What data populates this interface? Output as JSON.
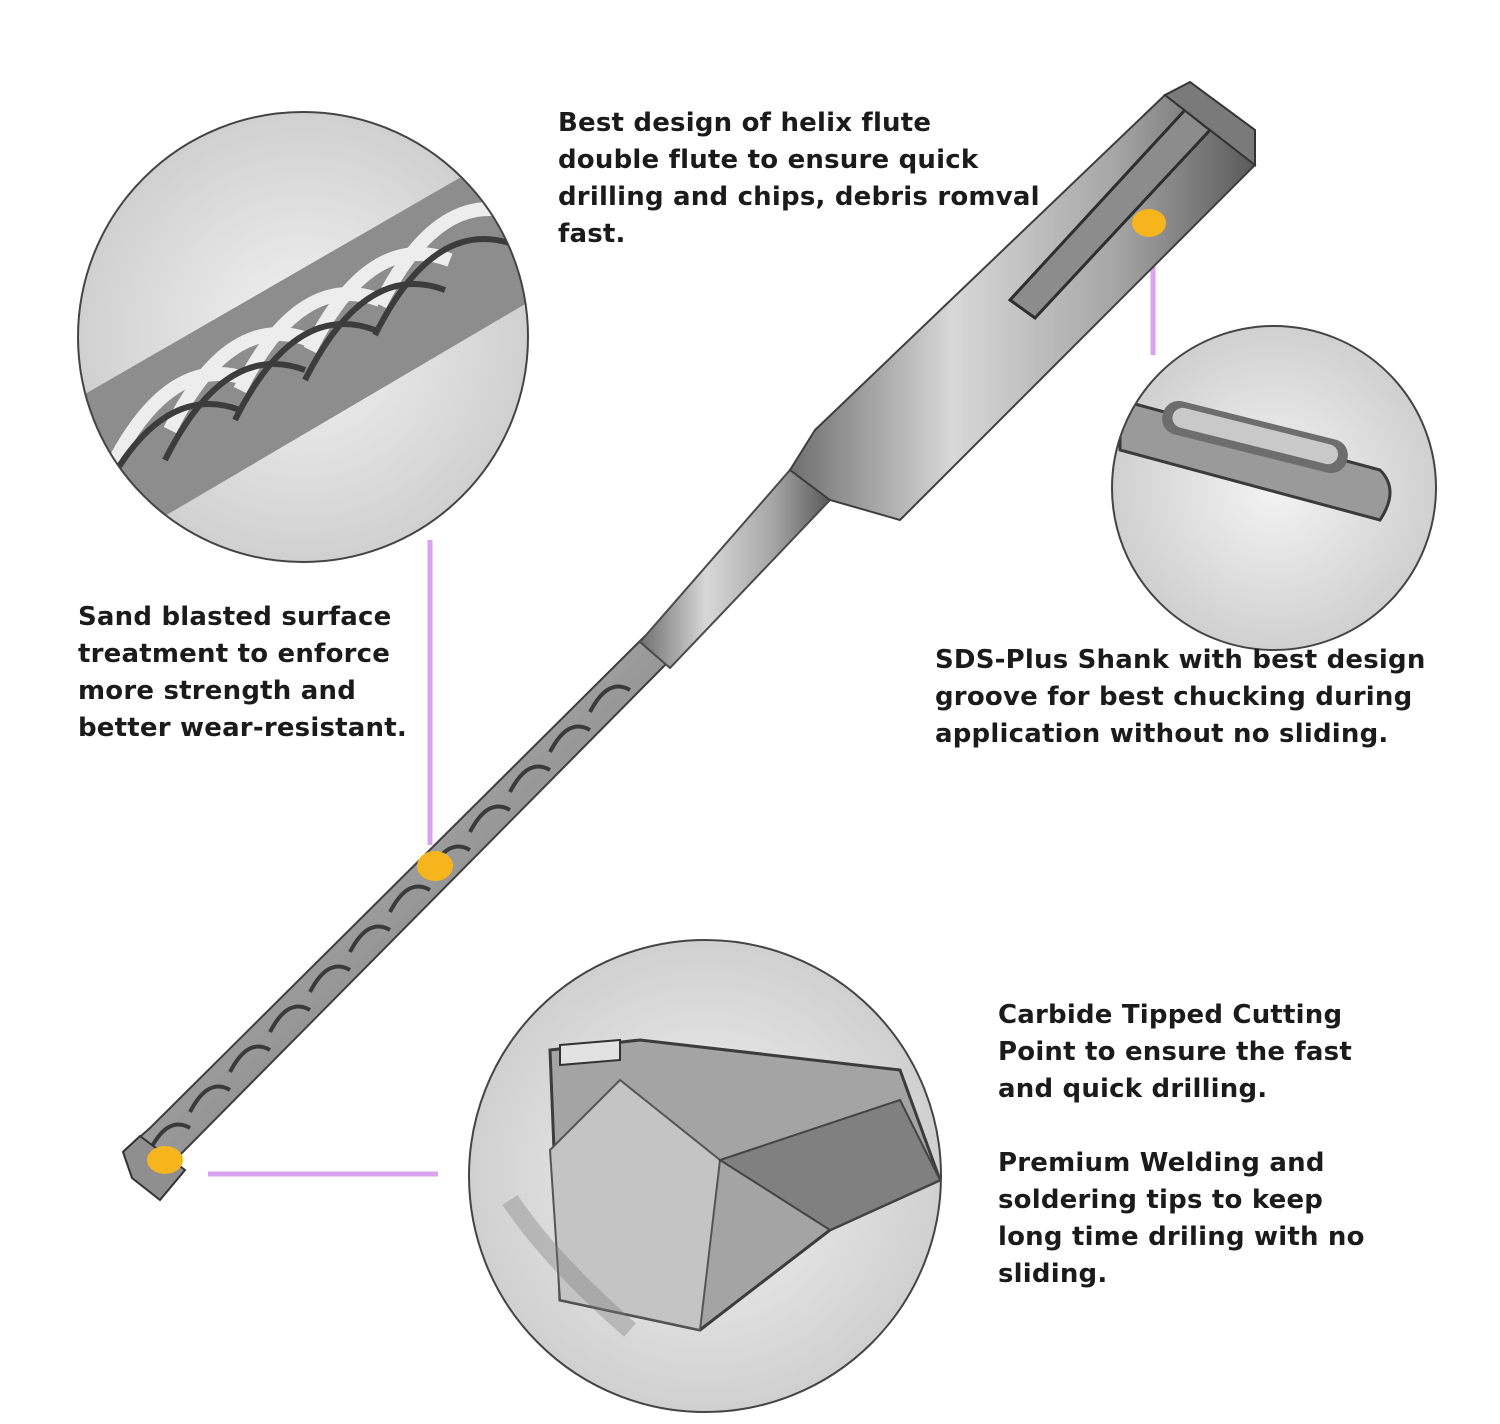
{
  "callouts": {
    "helix": "Best design of  helix flute\ndouble flute to ensure quick\ndrilling and chips, debris romval\nfast.",
    "sand": "Sand blasted surface\ntreatment to enforce\nmore strength and\nbetter wear-resistant.",
    "sds": "SDS-Plus Shank with best design\ngroove for best chucking during\napplication without no sliding.",
    "carbide": "Carbide Tipped Cutting\nPoint to ensure the fast\nand quick drilling.",
    "welding": "Premium Welding and\nsoldering tips to keep\nlong time driling with no\nsliding."
  },
  "colors": {
    "marker": "#f6b51c",
    "leader_line": "#d9a3f0",
    "steel": "#a7a7a7",
    "background": "#ffffff"
  },
  "icons": {
    "drill_bit": "sds-plus-masonry-drill-bit",
    "zoom_helix": "helix-flute-closeup",
    "zoom_shank": "sds-shank-closeup",
    "zoom_tip": "carbide-tip-closeup"
  }
}
